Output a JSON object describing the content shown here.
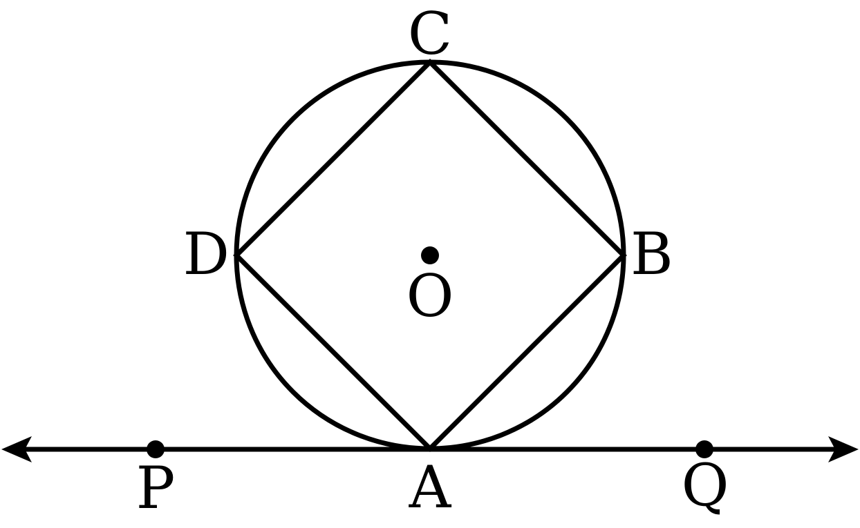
{
  "points": {
    "A": "A",
    "B": "B",
    "C": "C",
    "D": "D",
    "O": "O",
    "P": "P",
    "Q": "Q"
  },
  "colors": {
    "ink": "#000000",
    "background": "#ffffff"
  }
}
